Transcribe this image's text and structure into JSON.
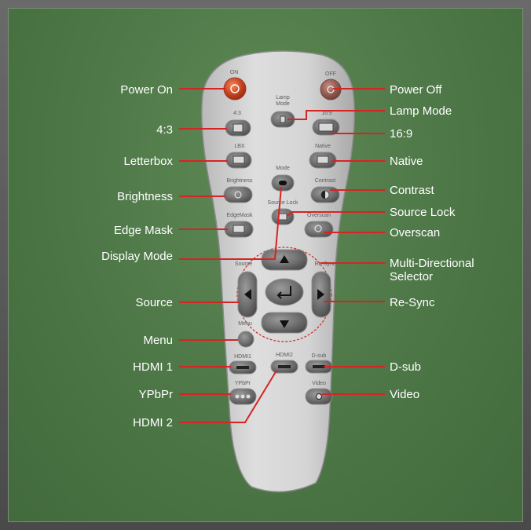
{
  "remote": {
    "button_labels": {
      "on": "ON",
      "off": "OFF",
      "lamp_mode": "Lamp Mode",
      "r43": "4:3",
      "r169": "16:9",
      "lbx": "LBX",
      "native": "Native",
      "mode": "Mode",
      "brightness": "Brightness",
      "contrast": "Contrast",
      "source_lock": "Source Lock",
      "edge_mask": "EdgeMask",
      "overscan": "Overscan",
      "source": "Source",
      "resync": "Re-Sync",
      "menu": "Menu",
      "hdmi1": "HDMI1",
      "hdmi2": "HDMI2",
      "dsub": "D-sub",
      "ypbpr": "YPbPr",
      "video": "Video"
    }
  },
  "callouts": {
    "left": {
      "power_on": "Power On",
      "r43": "4:3",
      "letterbox": "Letterbox",
      "brightness": "Brightness",
      "edge_mask": "Edge Mask",
      "display_mode": "Display Mode",
      "source": "Source",
      "menu": "Menu",
      "hdmi1": "HDMI 1",
      "ypbpr": "YPbPr",
      "hdmi2": "HDMI 2"
    },
    "right": {
      "power_off": "Power Off",
      "lamp_mode": "Lamp Mode",
      "r169": "16:9",
      "native": "Native",
      "contrast": "Contrast",
      "source_lock": "Source Lock",
      "overscan": "Overscan",
      "multi_directional_line1": "Multi-Directional",
      "multi_directional_line2": "Selector",
      "resync": "Re-Sync",
      "dsub": "D-sub",
      "video": "Video"
    }
  },
  "colors": {
    "background": "#4f7948",
    "leader_line": "#d62424",
    "power_button": "#c4421f",
    "remote_body": "#d4d4d4"
  }
}
